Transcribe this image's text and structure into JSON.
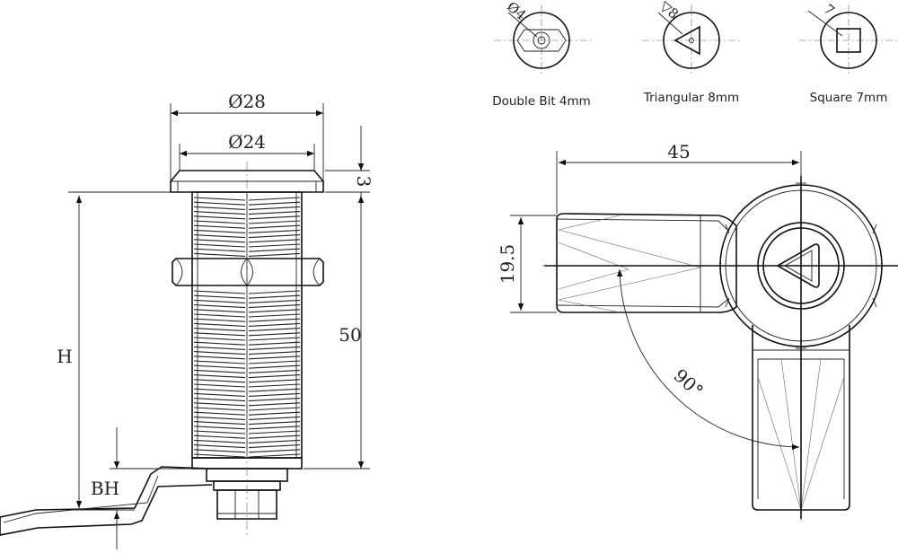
{
  "side_view": {
    "dim_outer_diameter": "Ø28",
    "dim_inner_diameter": "Ø24",
    "dim_head_thickness": "3",
    "dim_body_length": "50",
    "dim_h": "H",
    "dim_bh": "BH"
  },
  "key_types": [
    {
      "label": "Double Bit 4mm",
      "symbol": "Ø4"
    },
    {
      "label": "Triangular 8mm",
      "symbol": "▽8"
    },
    {
      "label": "Square 7mm",
      "symbol": "7"
    }
  ],
  "front_view": {
    "dim_width": "45",
    "dim_height": "19.5",
    "dim_angle": "90°"
  }
}
